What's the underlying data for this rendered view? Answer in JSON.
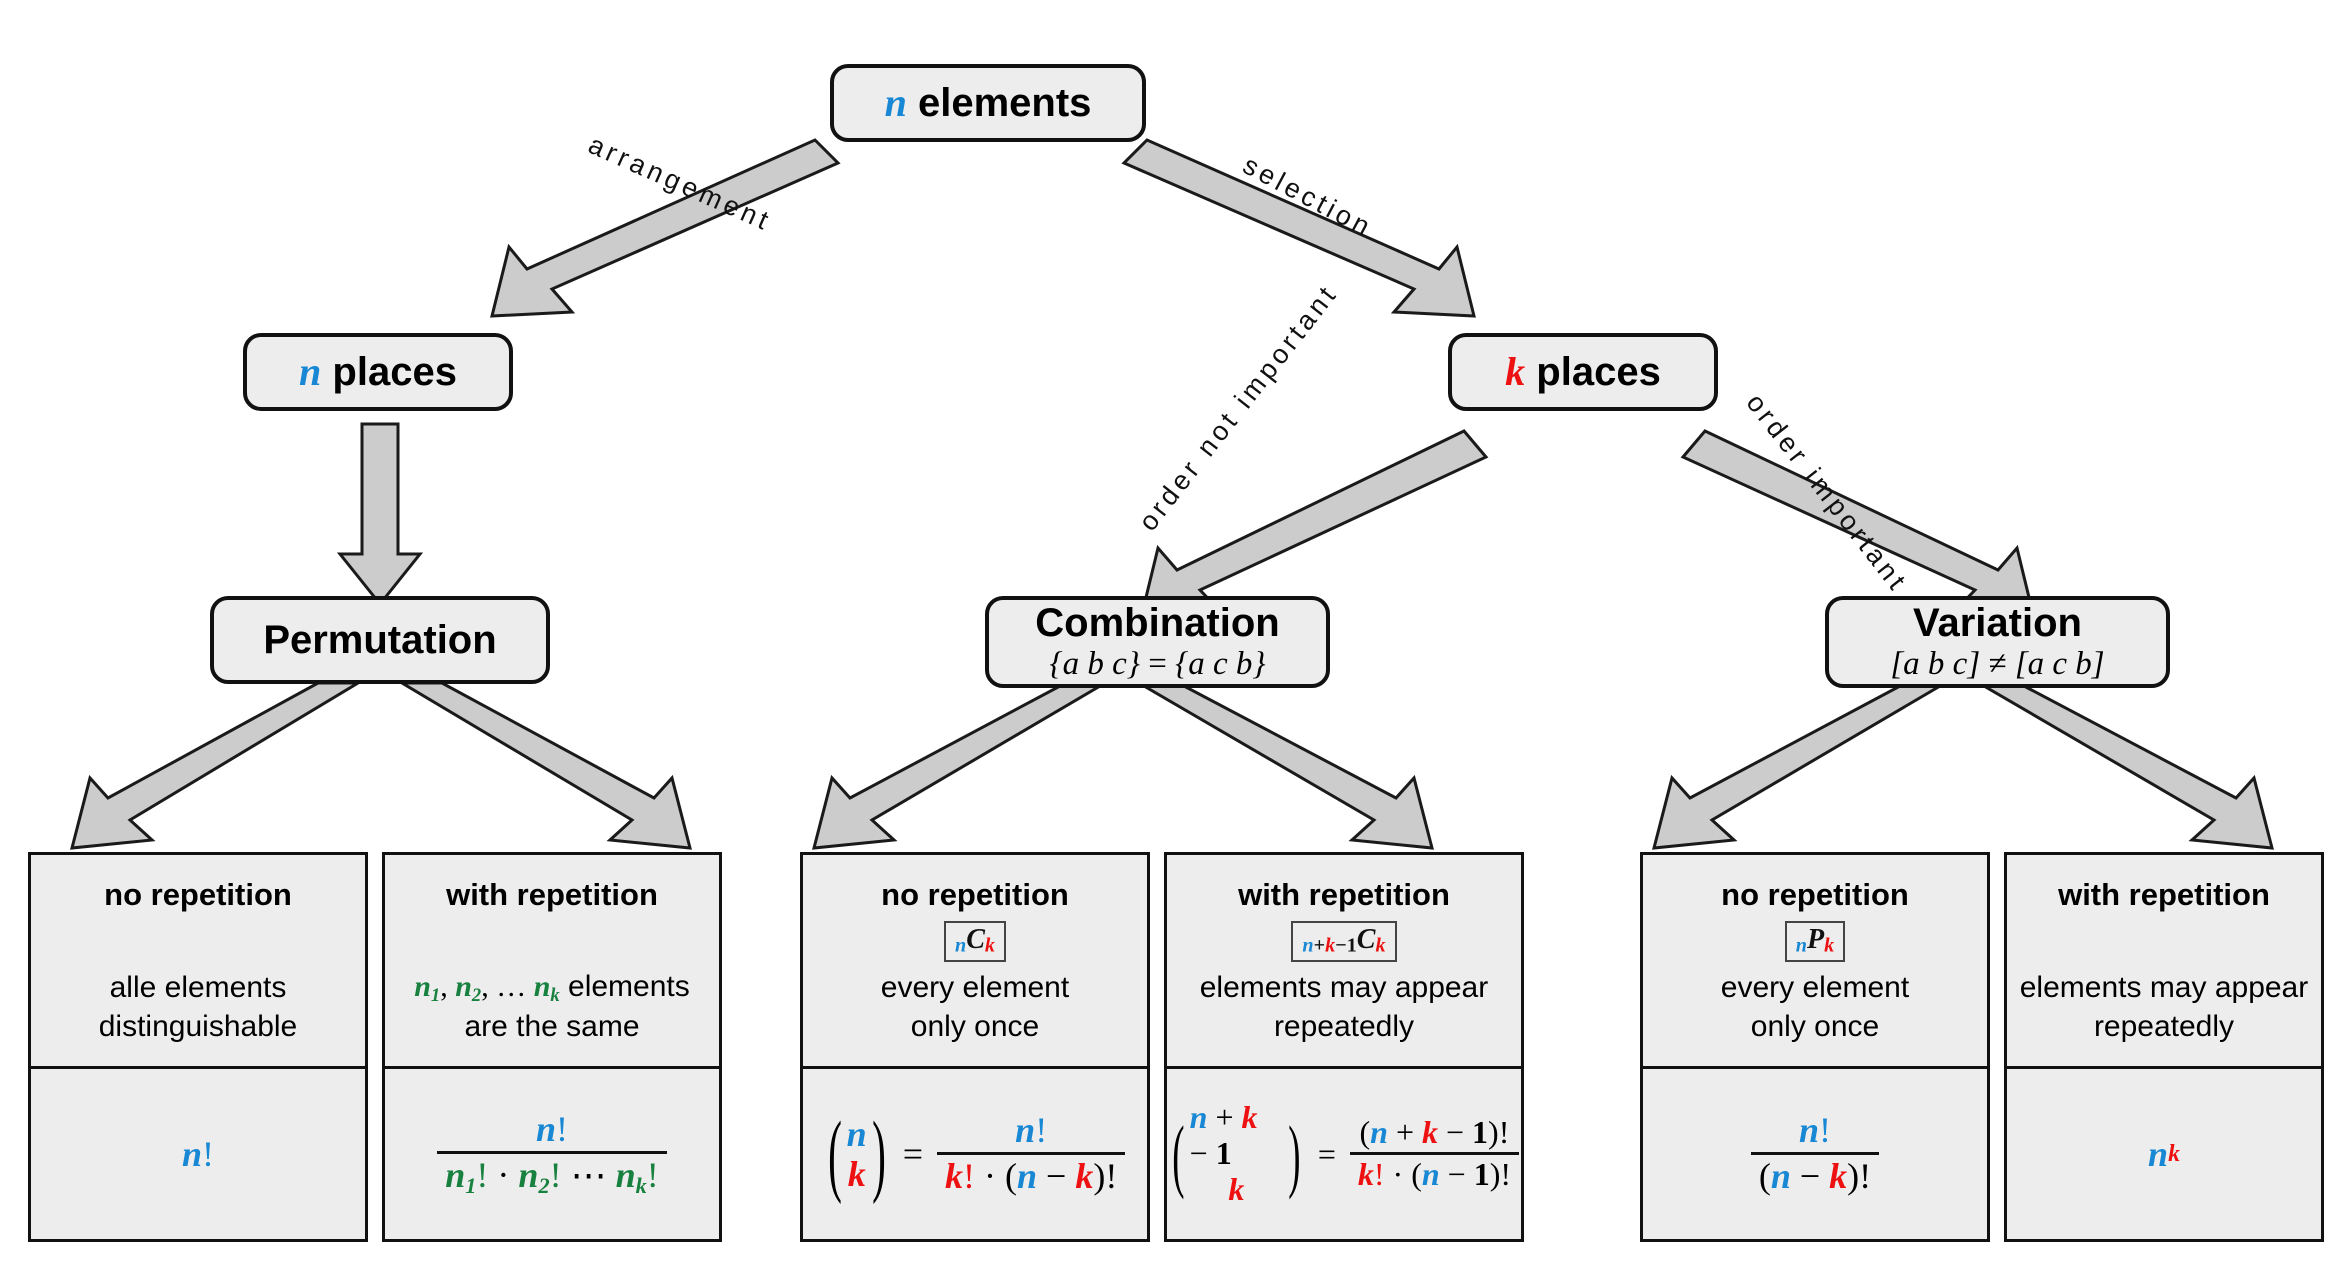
{
  "diagram": {
    "title": "Combinatorics decision tree",
    "colors": {
      "n_color": "#1887d4",
      "k_color": "#ee1111",
      "group_color": "#18813f",
      "node_fill": "#ededed",
      "node_stroke": "#111111",
      "arrow_fill": "#cccccc"
    },
    "nodes": {
      "root": {
        "label_var": "n",
        "label_text": "elements"
      },
      "n_places": {
        "label_var": "n",
        "label_text": "places"
      },
      "k_places": {
        "label_var": "k",
        "label_text": "places"
      },
      "permutation": {
        "title": "Permutation",
        "subtitle": ""
      },
      "combination": {
        "title": "Combination",
        "sub_left": "{a b c}",
        "sub_op": "=",
        "sub_right": "{a c b}"
      },
      "variation": {
        "title": "Variation",
        "sub_left": "[a b c]",
        "sub_op": "≠",
        "sub_right": "[a c b]"
      }
    },
    "edge_labels": {
      "arrangement": "arrangement",
      "selection": "selection",
      "order_not_important": "order not important",
      "order_important": "order important"
    },
    "leaves": [
      {
        "id": "permutation-no-repetition",
        "header": "no repetition",
        "badge": "",
        "description": [
          "alle elements",
          "distinguishable"
        ],
        "formula": "n!"
      },
      {
        "id": "permutation-with-repetition",
        "header": "with repetition",
        "badge": "",
        "description": [
          "n1, n2, ... nk elements",
          "are the same"
        ],
        "formula": "n! / (n1! · n2! ⋯ nk!)"
      },
      {
        "id": "combination-no-repetition",
        "header": "no repetition",
        "badge": "nCk",
        "description": [
          "every element",
          "only once"
        ],
        "formula": "(n over k) = n! / (k! · (n − k)!)"
      },
      {
        "id": "combination-with-repetition",
        "header": "with repetition",
        "badge": "n+k−1Ck",
        "description": [
          "elements may appear",
          "repeatedly"
        ],
        "formula": "(n + k − 1 over k) = (n + k − 1)! / (k! · (n − 1)!)"
      },
      {
        "id": "variation-no-repetition",
        "header": "no repetition",
        "badge": "nPk",
        "description": [
          "every element",
          "only once"
        ],
        "formula": "n! / (n − k)!"
      },
      {
        "id": "variation-with-repetition",
        "header": "with repetition",
        "badge": "",
        "description": [
          "elements may appear",
          "repeatedly"
        ],
        "formula": "n^k"
      }
    ]
  }
}
